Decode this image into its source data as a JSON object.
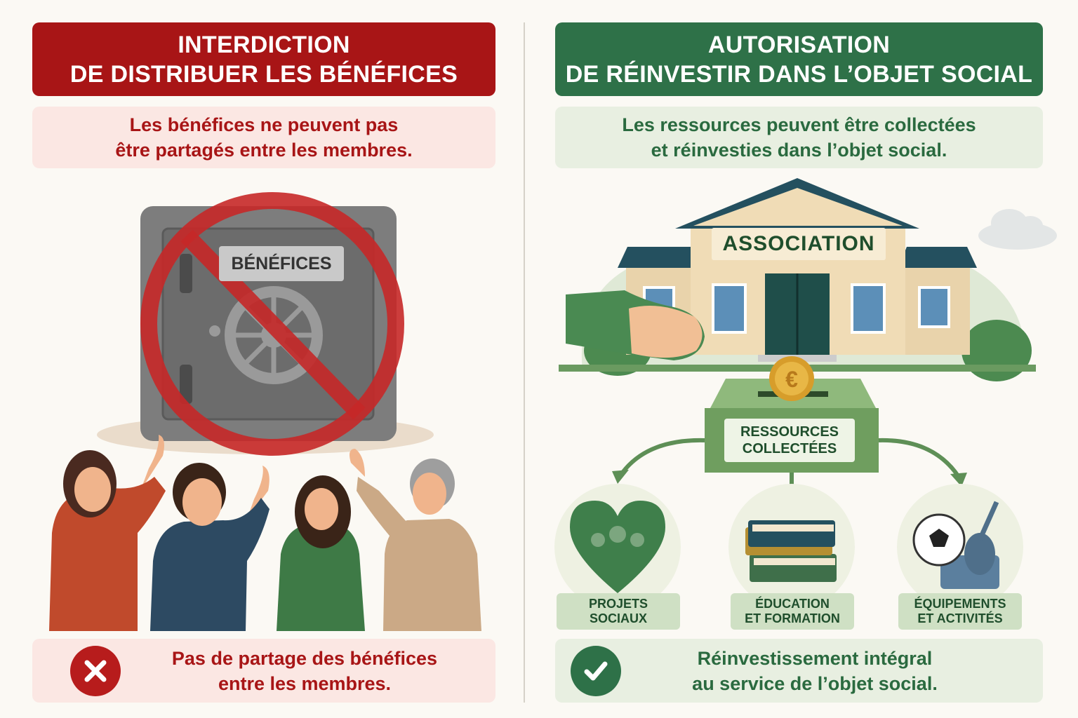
{
  "left": {
    "title_line1": "INTERDICTION",
    "title_line2": "DE DISTRIBUER LES BÉNÉFICES",
    "subtitle_line1": "Les bénéfices ne peuvent pas",
    "subtitle_line2": "être partagés entre les membres.",
    "safe_label": "BÉNÉFICES",
    "footer_line1": "Pas de partage des bénéfices",
    "footer_line2": "entre les membres.",
    "footer_icon": "cross-icon"
  },
  "right": {
    "title_line1": "AUTORISATION",
    "title_line2": "DE RÉINVESTIR DANS L’OBJET SOCIAL",
    "subtitle_line1": "Les ressources peuvent être collectées",
    "subtitle_line2": "et réinvesties dans l’objet social.",
    "building_label": "ASSOCIATION",
    "box_label_line1": "RESSOURCES",
    "box_label_line2": "COLLECTÉES",
    "categories": [
      {
        "line1": "PROJETS",
        "line2": "SOCIAUX",
        "icon": "heart-people-icon"
      },
      {
        "line1": "ÉDUCATION",
        "line2": "ET FORMATION",
        "icon": "books-icon"
      },
      {
        "line1": "ÉQUIPEMENTS",
        "line2": "ET ACTIVITÉS",
        "icon": "sports-equipment-icon"
      }
    ],
    "footer_line1": "Réinvestissement intégral",
    "footer_line2": "au service de l’objet social.",
    "footer_icon": "check-icon"
  },
  "colors": {
    "red": "#a81516",
    "green": "#2e7148",
    "light_red": "#fbe7e3",
    "light_green": "#e8efe1"
  }
}
